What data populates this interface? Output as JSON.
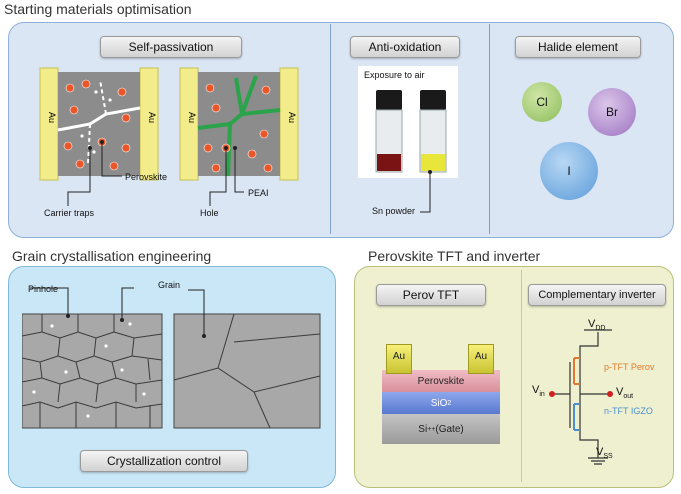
{
  "sections": {
    "starting": "Starting materials optimisation",
    "grain": "Grain crystallisation engineering",
    "tft": "Perovskite TFT and inverter"
  },
  "passivation": {
    "title": "Self-passivation",
    "electrode": "Au",
    "carrier_traps": "Carrier traps",
    "perovskite": "Perovskite",
    "hole": "Hole",
    "peai": "PEAI"
  },
  "anti_oxidation": {
    "title": "Anti-oxidation",
    "exposure": "Exposure to air",
    "sn_powder": "Sn powder"
  },
  "halide": {
    "title": "Halide element",
    "elements": [
      "Cl",
      "Br",
      "I"
    ]
  },
  "crystal": {
    "pinhole": "Pinhole",
    "grain": "Grain",
    "button": "Crystallization control"
  },
  "tft_stack": {
    "title": "Perov TFT",
    "contact": "Au",
    "perovskite": "Perovskite",
    "oxide": "SiO",
    "oxide_sub": "2",
    "gate": "Si",
    "gate_sup": "++",
    "gate_suffix": " (Gate)"
  },
  "inverter": {
    "title": "Complementary inverter",
    "vdd": "V",
    "vdd_sub": "DD",
    "vss": "V",
    "vss_sub": "SS",
    "vin": "V",
    "vin_sub": "in",
    "vout": "V",
    "vout_sub": "out",
    "ptft": "p-TFT Perov",
    "ntft": "n-TFT IGZO"
  },
  "colors": {
    "top_panel": "#dbe6f5",
    "crystal_panel": "#c9e7f6",
    "tft_panel": "#eef0cf",
    "electrode": "#f2ec8a",
    "peai": "#2aa34a",
    "ptft": "#e07a2e",
    "ntft": "#4a8fd0"
  }
}
